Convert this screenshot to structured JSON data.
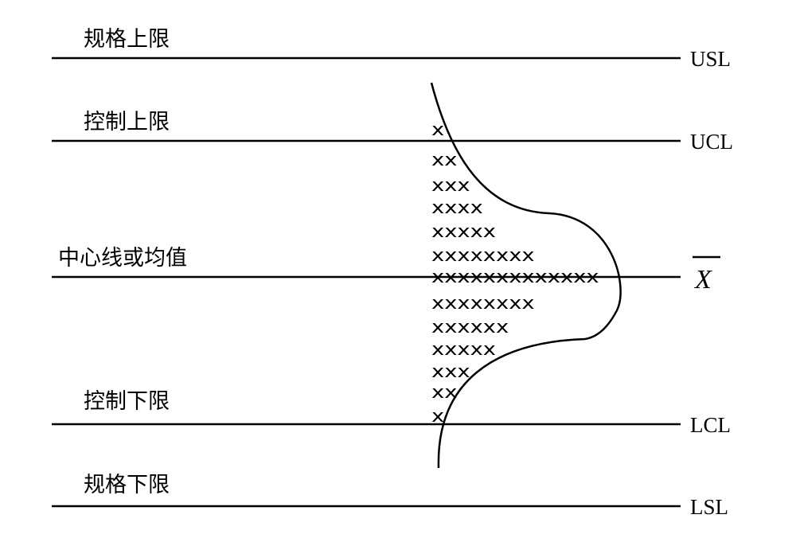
{
  "lines": [
    {
      "id": "usl",
      "label": "规格上限",
      "abbr": "USL"
    },
    {
      "id": "ucl",
      "label": "控制上限",
      "abbr": "UCL"
    },
    {
      "id": "mean",
      "label": "中心线或均值",
      "abbr": "X"
    },
    {
      "id": "lcl",
      "label": "控制下限",
      "abbr": "LCL"
    },
    {
      "id": "lsl",
      "label": "规格下限",
      "abbr": "LSL"
    }
  ],
  "mark_symbol": "x",
  "histogram_counts": [
    1,
    2,
    3,
    4,
    5,
    8,
    13,
    8,
    6,
    5,
    3,
    2,
    1
  ],
  "histogram_rows": [
    "x",
    "xx",
    "xxx",
    "xxxx",
    "xxxxx",
    "xxxxxxxx",
    "xxxxxxxxxxxxx",
    "xxxxxxxx",
    "xxxxxx",
    "xxxxx",
    "xxx",
    "xx",
    "x"
  ]
}
